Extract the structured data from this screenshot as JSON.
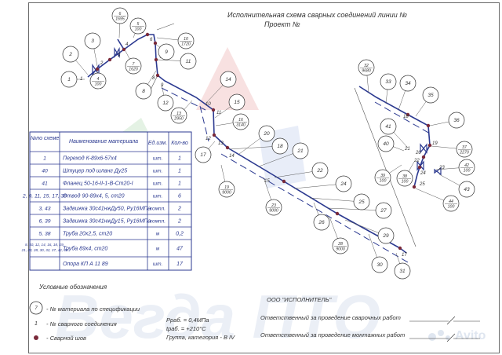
{
  "header": {
    "title_line1": "Исполнительная схема сварных соединений линии №",
    "title_line2": "Проект №"
  },
  "spec_table": {
    "headers": [
      "№по схеме",
      "Наименование материала",
      "Ед.изм.",
      "Кол-во"
    ],
    "rows": [
      {
        "no": "1",
        "name": "Переход К-89х6-57х4",
        "unit": "шт.",
        "qty": "1"
      },
      {
        "no": "40",
        "name": "Штуцер под шланг Ду25",
        "unit": "шт.",
        "qty": "1"
      },
      {
        "no": "41",
        "name": "Фланец 50-16-II-1-В-Ст20-I",
        "unit": "шт.",
        "qty": "1"
      },
      {
        "no": "2, 9, 11, 15, 17, 36",
        "name": "Отвод 90-89х4, 5, ст20",
        "unit": "шт.",
        "qty": "6"
      },
      {
        "no": "3, 43",
        "name": "Задвижка 30с41нжДу50, Ру16МПа",
        "unit": "компл.",
        "qty": "2"
      },
      {
        "no": "6, 39",
        "name": "Задвижка 30с41нжДу15, Ру16МПа",
        "unit": "компл.",
        "qty": "2"
      },
      {
        "no": "5, 38",
        "name": "Труба 20х2,5, ст20",
        "unit": "м",
        "qty": "0,2"
      },
      {
        "no": "8, 10, 12, 14, 16, 18, 19, 21, 23, 28, 30, 32, 37, 42, 44",
        "name": "Труба 89х4, ст20",
        "unit": "м",
        "qty": "47"
      },
      {
        "no": "",
        "name": "Опора КП А 11 89",
        "unit": "шт.",
        "qty": "17"
      }
    ]
  },
  "legend": {
    "title": "Условные обозначения",
    "callout_sample": "7",
    "item1": "- № материала по спецификации",
    "weld_sample": "1",
    "item2": "- № сварного соединения",
    "item3": "- Сварной шов"
  },
  "params": {
    "pressure": "Рраб. = 0,4МПа",
    "temperature": "tраб. = +210°С",
    "group": "Группа, категория - В IV"
  },
  "signatures": {
    "company": "ООО \"ИСПОЛНИТЕЛЬ\"",
    "welding": "Ответственный за проведение сварочных работ",
    "assembly": "Ответственный за проведение монтажных работ"
  },
  "watermarks": {
    "brand": "Вегда ПТО",
    "avito": "Avito"
  },
  "callouts": [
    {
      "id": "c1",
      "text": "1"
    },
    {
      "id": "c2",
      "text": "2"
    },
    {
      "id": "c3",
      "text": "3"
    },
    {
      "id": "c4",
      "text": "4\n100"
    },
    {
      "id": "c5",
      "text": "5\n100"
    },
    {
      "id": "c6",
      "text": "6\n1695"
    },
    {
      "id": "c7",
      "text": "7\n1620"
    },
    {
      "id": "c8",
      "text": "8"
    },
    {
      "id": "c9",
      "text": "9"
    },
    {
      "id": "c10",
      "text": "10\n1720"
    },
    {
      "id": "c11",
      "text": "11"
    },
    {
      "id": "c12",
      "text": "12"
    },
    {
      "id": "c13",
      "text": "13\n2950"
    },
    {
      "id": "c14",
      "text": "14"
    },
    {
      "id": "c15",
      "text": "15"
    },
    {
      "id": "c16",
      "text": "16\n3140"
    },
    {
      "id": "c17",
      "text": "17"
    },
    {
      "id": "c18",
      "text": "18"
    },
    {
      "id": "c19",
      "text": "19\n9000"
    },
    {
      "id": "c20",
      "text": "20"
    },
    {
      "id": "c21",
      "text": "21"
    },
    {
      "id": "c22",
      "text": "22"
    },
    {
      "id": "c23",
      "text": "23\n9000"
    },
    {
      "id": "c24",
      "text": "24"
    },
    {
      "id": "c25",
      "text": "25"
    },
    {
      "id": "c26",
      "text": "26"
    },
    {
      "id": "c27",
      "text": "27"
    },
    {
      "id": "c28",
      "text": "28\n9000"
    },
    {
      "id": "c29",
      "text": "29"
    },
    {
      "id": "c30",
      "text": "30"
    },
    {
      "id": "c31",
      "text": "31"
    },
    {
      "id": "c32",
      "text": "32\n9680"
    },
    {
      "id": "c33",
      "text": "33"
    },
    {
      "id": "c34",
      "text": "34"
    },
    {
      "id": "c35",
      "text": "35"
    },
    {
      "id": "c36",
      "text": "36"
    },
    {
      "id": "c37",
      "text": "37\n2270"
    },
    {
      "id": "c38",
      "text": "38\n100"
    },
    {
      "id": "c39",
      "text": "39\n100"
    },
    {
      "id": "c40",
      "text": "40"
    },
    {
      "id": "c41",
      "text": "41"
    },
    {
      "id": "c42",
      "text": "42\n100"
    },
    {
      "id": "c43",
      "text": "43"
    },
    {
      "id": "c44",
      "text": "44\n100"
    }
  ],
  "weld_labels": {
    "w1": "1",
    "w2": "2",
    "w3": "3",
    "w4": "4",
    "w5": "5",
    "w6": "6",
    "w7": "7",
    "w8": "8",
    "w9": "9",
    "w10": "10",
    "w11": "11",
    "w12": "12",
    "w13": "13",
    "w14": "14",
    "w15": "15",
    "w16": "16",
    "w17": "17",
    "w18": "18",
    "w19": "19",
    "w20": "20",
    "w21": "21",
    "w22": "22",
    "w23": "23",
    "w24": "24",
    "w25": "25"
  },
  "colors": {
    "line": "#2b3990",
    "dim": "#555555",
    "weld": "#7a2a3a",
    "watermark": "#cfd6e6"
  }
}
